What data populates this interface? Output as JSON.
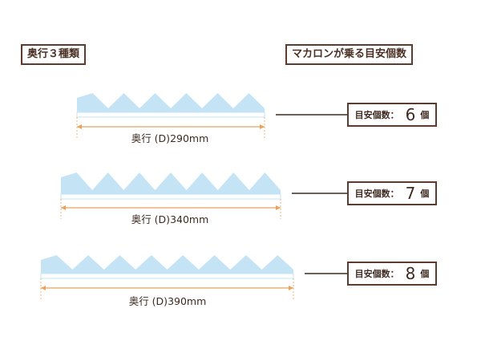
{
  "header": {
    "depth_types_label": "奥行３種類",
    "macaron_count_label": "マカロンが乗る目安個数"
  },
  "rows": [
    {
      "depth_label": "奥行 (D)290mm",
      "depth_mm": 290,
      "count_label": "目安個数：",
      "count": "6",
      "count_unit": "個"
    },
    {
      "depth_label": "奥行 (D)340mm",
      "depth_mm": 340,
      "count_label": "目安個数：",
      "count": "7",
      "count_unit": "個"
    },
    {
      "depth_label": "奥行 (D)390mm",
      "depth_mm": 390,
      "count_label": "目安個数：",
      "count": "8",
      "count_unit": "個"
    }
  ],
  "colors": {
    "wave_fill": "#c4e4f6",
    "dimension_line": "#e8a25a",
    "connector_line": "#3d2b22",
    "box_border": "#5a3d2e"
  }
}
